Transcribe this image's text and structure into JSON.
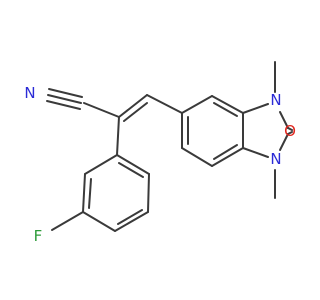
{
  "molecule": {
    "atoms": {
      "nitrogen_nitrile": {
        "label": "N",
        "color": "#2b2bd6"
      },
      "fluorine": {
        "label": "F",
        "color": "#2e9c3a"
      },
      "nitrogen_upper": {
        "label": "N",
        "color": "#2b2bd6"
      },
      "nitrogen_lower": {
        "label": "N",
        "color": "#2b2bd6"
      },
      "oxygen_carbonyl": {
        "label": "O",
        "color": "#e0261d"
      }
    },
    "bond_color": "#3a3a3a"
  }
}
